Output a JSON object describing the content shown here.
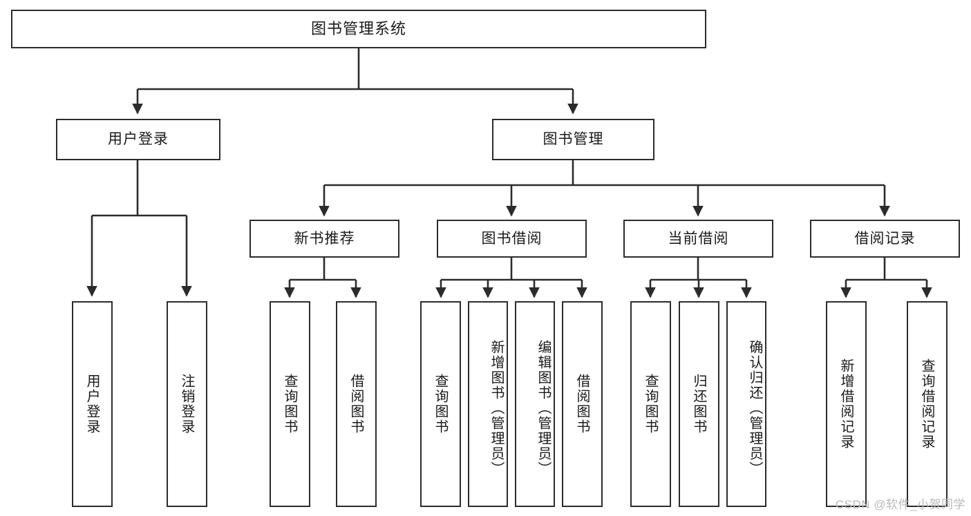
{
  "diagram": {
    "title": "图书管理系统",
    "type": "functional-structure-tree",
    "watermark": "CSDN @软件_小贺同学",
    "colors": {
      "box_border": "#2b2b2b",
      "box_fill": "#ffffff",
      "edge": "#2b2b2b",
      "text": "#1a1a1a",
      "watermark": "#b9b9b9",
      "background": "#ffffff"
    },
    "nodes": {
      "root": {
        "label": "图书管理系统",
        "orientation": "horizontal"
      },
      "level2": [
        {
          "label": "用户登录",
          "orientation": "horizontal"
        },
        {
          "label": "图书管理",
          "orientation": "horizontal"
        }
      ],
      "level3": [
        {
          "label": "新书推荐",
          "orientation": "horizontal"
        },
        {
          "label": "图书借阅",
          "orientation": "horizontal"
        },
        {
          "label": "当前借阅",
          "orientation": "horizontal"
        },
        {
          "label": "借阅记录",
          "orientation": "horizontal"
        }
      ],
      "leaves": {
        "user_login": [
          {
            "label": "用户登录",
            "orientation": "vertical"
          },
          {
            "label": "注销登录",
            "orientation": "vertical"
          }
        ],
        "new_book_recommend": [
          {
            "label": "查询图书",
            "orientation": "vertical"
          },
          {
            "label": "借阅图书",
            "orientation": "vertical"
          }
        ],
        "book_borrow": [
          {
            "label": "查询图书",
            "orientation": "vertical"
          },
          {
            "label": "新增图书（管理员）",
            "orientation": "vertical"
          },
          {
            "label": "编辑图书（管理员）",
            "orientation": "vertical"
          },
          {
            "label": "借阅图书",
            "orientation": "vertical"
          }
        ],
        "current_borrow": [
          {
            "label": "查询图书",
            "orientation": "vertical"
          },
          {
            "label": "归还图书",
            "orientation": "vertical"
          },
          {
            "label": "确认归还（管理员）",
            "orientation": "vertical"
          }
        ],
        "borrow_record": [
          {
            "label": "新增借阅记录",
            "orientation": "vertical"
          },
          {
            "label": "查询借阅记录",
            "orientation": "vertical"
          }
        ]
      }
    }
  }
}
